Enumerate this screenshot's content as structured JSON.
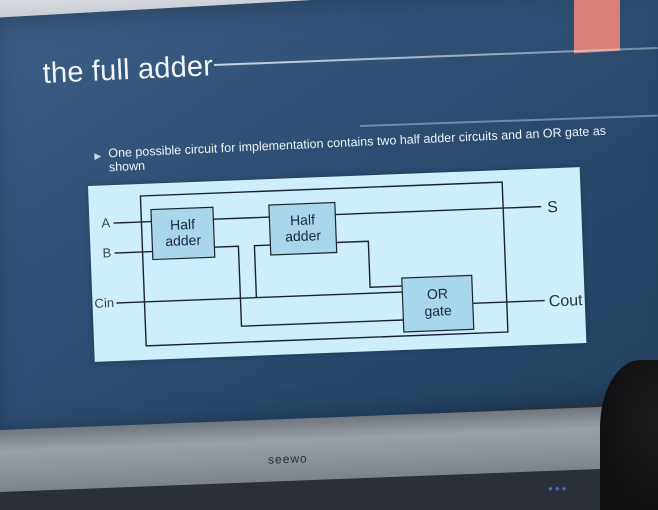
{
  "slide": {
    "title": "the full adder",
    "bullet": "One possible circuit for implementation contains two half adder circuits and an OR gate as shown"
  },
  "diagram": {
    "inputs": [
      "A",
      "B",
      "Cin"
    ],
    "blocks": {
      "half_adder_1": [
        "Half",
        "adder"
      ],
      "half_adder_2": [
        "Half",
        "adder"
      ],
      "or_gate": [
        "OR",
        "gate"
      ]
    },
    "outputs": [
      "S",
      "Cout"
    ]
  },
  "bezel": {
    "brand": "seewo"
  },
  "colors": {
    "slide_bg": "#2d4d72",
    "accent": "#e8857a",
    "diagram_bg": "#cfeefb"
  }
}
